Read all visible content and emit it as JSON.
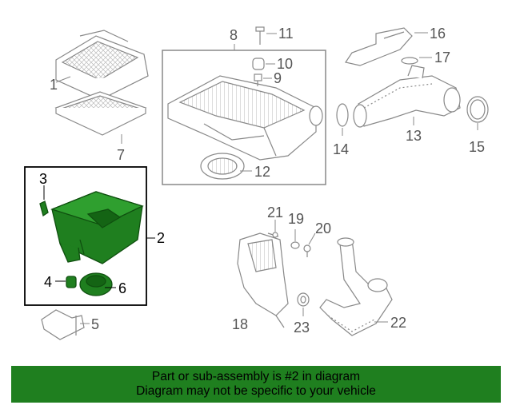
{
  "callouts": {
    "c1": "1",
    "c2": "2",
    "c3": "3",
    "c4": "4",
    "c5": "5",
    "c6": "6",
    "c7": "7",
    "c8": "8",
    "c9": "9",
    "c10": "10",
    "c11": "11",
    "c12": "12",
    "c13": "13",
    "c14": "14",
    "c15": "15",
    "c16": "16",
    "c17": "17",
    "c18": "18",
    "c19": "19",
    "c20": "20",
    "c21": "21",
    "c22": "22",
    "c23": "23"
  },
  "highlighted_part": "2",
  "colors": {
    "highlight": "#1f7f1f",
    "banner_bg": "#1f7f1f",
    "outline": "#888888",
    "label": "#555555"
  },
  "banner": {
    "line1": "Part or sub-assembly is #2 in diagram",
    "line2": "Diagram may not be specific to your vehicle"
  }
}
